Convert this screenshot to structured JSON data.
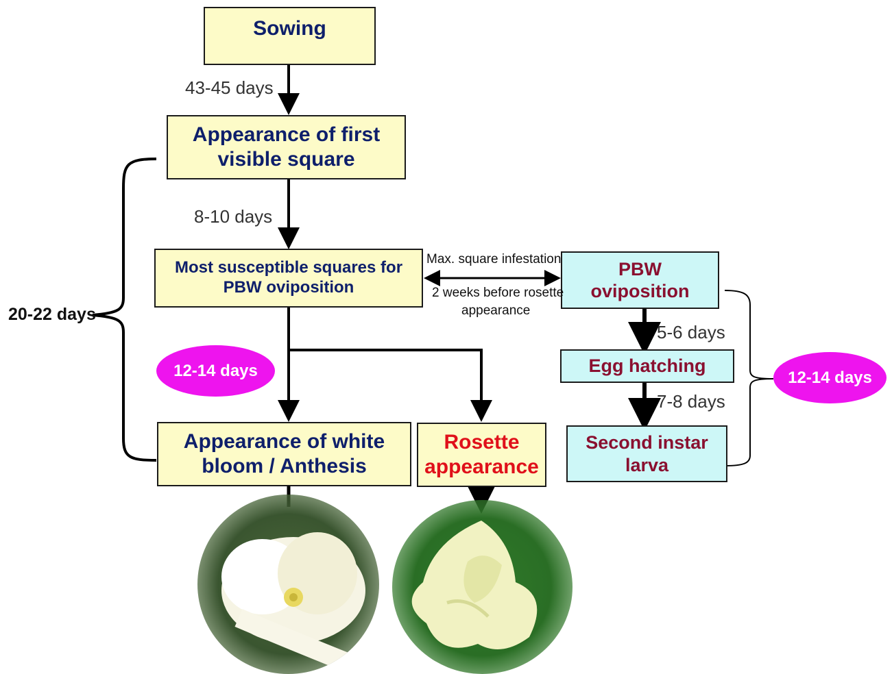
{
  "boxes": {
    "sowing": "Sowing",
    "first_square_l1": "Appearance of first",
    "first_square_l2": "visible square",
    "susceptible_l1": "Most susceptible squares for",
    "susceptible_l2": "PBW oviposition",
    "white_bloom_l1": "Appearance of white",
    "white_bloom_l2": "bloom / Anthesis",
    "rosette_l1": "Rosette",
    "rosette_l2": "appearance",
    "pbw_l1": "PBW",
    "pbw_l2": "oviposition",
    "egg_hatching": "Egg hatching",
    "second_instar_l1": "Second instar",
    "second_instar_l2": "larva"
  },
  "labels": {
    "sowing_to_square": "43-45 days",
    "square_to_susceptible": "8-10 days",
    "max_infestation": "Max. square infestation",
    "two_weeks_l1": "2 weeks before rosette",
    "two_weeks_l2": "appearance",
    "oviposition_to_hatch": "5-6 days",
    "hatch_to_instar": "7-8 days",
    "left_bracket": "20-22 days"
  },
  "ovals": {
    "left": "12-14 days",
    "right": "12-14 days"
  },
  "colors": {
    "yellow_box": "#fdfbc8",
    "cyan_box": "#cdf7f7",
    "navy_text": "#0e1f6b",
    "maroon_text": "#8a1030",
    "red_text": "#e0101a",
    "oval_magenta": "#ee14ee"
  },
  "images": {
    "left_photo": "white cotton flower (anthesis)",
    "right_photo": "rosette flower"
  }
}
